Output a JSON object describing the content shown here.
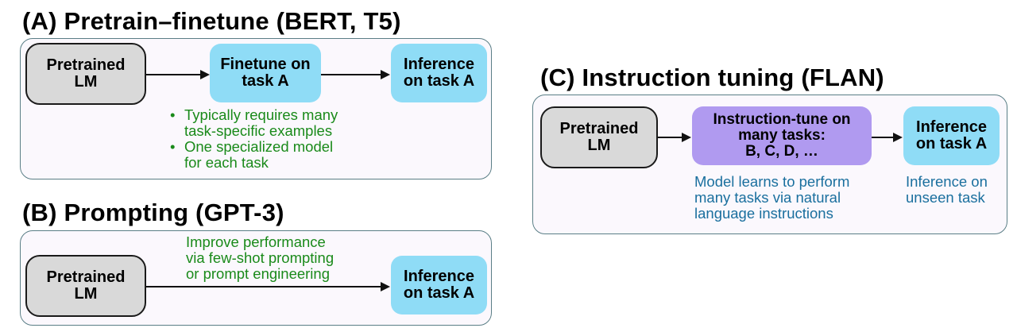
{
  "panel_a": {
    "title": "(A) Pretrain–finetune (BERT, T5)",
    "box_pretrained": [
      "Pretrained",
      "LM"
    ],
    "box_finetune": [
      "Finetune on",
      "task A"
    ],
    "box_inference": [
      "Inference",
      "on task A"
    ],
    "bullets": [
      [
        "Typically requires many",
        "task-specific examples"
      ],
      [
        "One specialized model",
        "for each task"
      ]
    ]
  },
  "panel_b": {
    "title": "(B) Prompting (GPT-3)",
    "box_pretrained": [
      "Pretrained",
      "LM"
    ],
    "box_inference": [
      "Inference",
      "on task A"
    ],
    "note": [
      "Improve performance",
      "via few-shot prompting",
      "or prompt engineering"
    ]
  },
  "panel_c": {
    "title": "(C) Instruction tuning (FLAN)",
    "box_pretrained": [
      "Pretrained",
      "LM"
    ],
    "box_instruction": [
      "Instruction-tune on",
      "many tasks:",
      "B, C, D, …"
    ],
    "box_inference": [
      "Inference",
      "on task A"
    ],
    "note_left": [
      "Model learns to perform",
      "many tasks via natural",
      "language instructions"
    ],
    "note_right": [
      "Inference on",
      "unseen task"
    ]
  },
  "colors": {
    "panel_border": "#5a7e86",
    "panel_fill": "#fbf8fd",
    "pretrained_box": "#d9d9d9",
    "inference_box": "#8fdcf6",
    "instruction_box": "#b09af0",
    "green_text": "#1a8a1a",
    "teal_text": "#1a6f9e"
  }
}
